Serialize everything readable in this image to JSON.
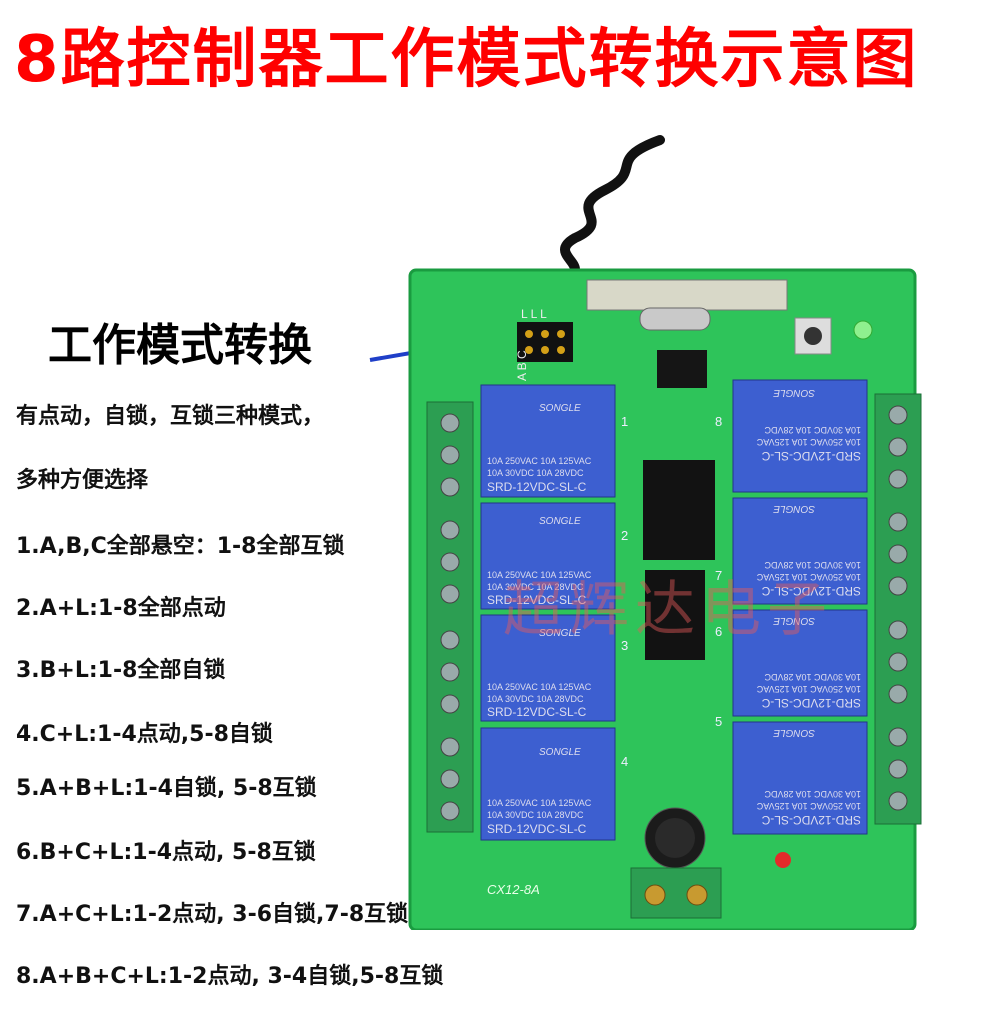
{
  "title": "8路控制器工作模式转换示意图",
  "mode_label": "工作模式转换",
  "intro": [
    "有点动，自锁，互锁三种模式，",
    "多种方便选择"
  ],
  "modes": [
    "1.A,B,C全部悬空：1-8全部互锁",
    "2.A+L:1-8全部点动",
    "3.B+L:1-8全部自锁",
    "4.C+L:1-4点动,5-8自锁",
    "5.A+B+L:1-4自锁, 5-8互锁",
    "6.B+C+L:1-4点动, 5-8互锁",
    "7.A+C+L:1-2点动, 3-6自锁,7-8互锁",
    "8.A+B+C+L:1-2点动, 3-4自锁,5-8互锁"
  ],
  "board": {
    "model": "CX12-8A",
    "relay_brand": "SONGLE",
    "relay_spec1": "10A 250VAC  10A 125VAC",
    "relay_spec2": "10A  30VDC  10A  28VDC",
    "relay_model": "SRD-12VDC-SL-C",
    "jumper_letters": "A B C",
    "jumper_top": "L L L",
    "watermark": "超辉达电子",
    "channel_marks": [
      "1",
      "2",
      "3",
      "4",
      "5",
      "6",
      "7",
      "8"
    ]
  },
  "colors": {
    "title": "#ff0000",
    "pcb": "#2ec45a",
    "relay": "#3d5fd0",
    "terminal": "#2c9e52",
    "arrow": "#1f3fc8"
  }
}
